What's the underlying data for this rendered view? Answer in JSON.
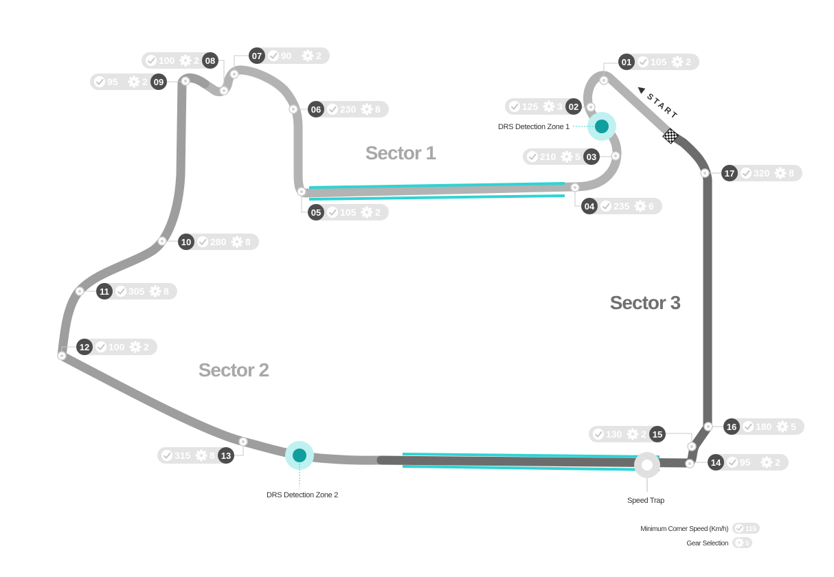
{
  "sectors": [
    {
      "id": "s1",
      "label": "Sector 1"
    },
    {
      "id": "s2",
      "label": "Sector 2"
    },
    {
      "id": "s3",
      "label": "Sector 3"
    }
  ],
  "start_label": "START",
  "drs_zones": [
    {
      "id": "drs1",
      "label": "DRS Detection Zone 1"
    },
    {
      "id": "drs2",
      "label": "DRS Detection Zone 2"
    }
  ],
  "speed_trap_label": "Speed Trap",
  "corners": [
    {
      "number": "01",
      "speed": "105",
      "gear": "2"
    },
    {
      "number": "02",
      "speed": "125",
      "gear": "3"
    },
    {
      "number": "03",
      "speed": "210",
      "gear": "5"
    },
    {
      "number": "04",
      "speed": "235",
      "gear": "6"
    },
    {
      "number": "05",
      "speed": "105",
      "gear": "2"
    },
    {
      "number": "06",
      "speed": "230",
      "gear": "8"
    },
    {
      "number": "07",
      "speed": "90",
      "gear": "2"
    },
    {
      "number": "08",
      "speed": "100",
      "gear": "2"
    },
    {
      "number": "09",
      "speed": "95",
      "gear": "2"
    },
    {
      "number": "10",
      "speed": "280",
      "gear": "8"
    },
    {
      "number": "11",
      "speed": "305",
      "gear": "8"
    },
    {
      "number": "12",
      "speed": "100",
      "gear": "2"
    },
    {
      "number": "13",
      "speed": "315",
      "gear": "8"
    },
    {
      "number": "14",
      "speed": "95",
      "gear": "2"
    },
    {
      "number": "15",
      "speed": "130",
      "gear": "2"
    },
    {
      "number": "16",
      "speed": "180",
      "gear": "5"
    },
    {
      "number": "17",
      "speed": "320",
      "gear": "8"
    }
  ],
  "legend": [
    {
      "label": "Minimum Corner Speed (Km/h)",
      "example": "115",
      "icon": "gauge-icon"
    },
    {
      "label": "Gear Selection",
      "example": "5",
      "icon": "gear-icon"
    }
  ],
  "colors": {
    "track_light": "#b3b3b3",
    "track_mid": "#9e9e9e",
    "track_dark": "#6c6c6c",
    "drs": "#2fd3d3",
    "drs_dot": "#109e9e",
    "badge_dark": "#4d4d4d",
    "pill": "#e4e4e4",
    "sector_text": "#a8a8a8",
    "sector3_text": "#707070"
  }
}
